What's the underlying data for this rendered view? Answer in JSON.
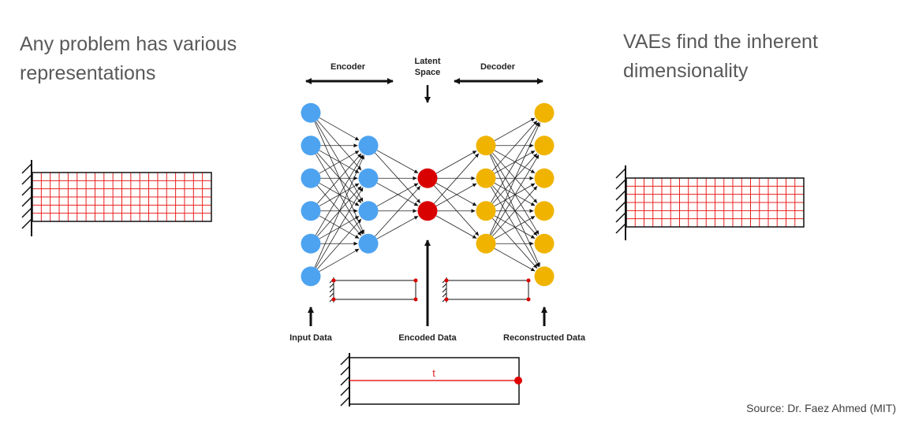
{
  "left_heading": "Any problem has various\nrepresentations",
  "right_heading": "VAEs find the inherent\ndimensionality",
  "source": "Source: Dr. Faez Ahmed (MIT)",
  "diagram": {
    "encoder_label": "Encoder",
    "latent_label_line1": "Latent",
    "latent_label_line2": "Space",
    "decoder_label": "Decoder",
    "input_label": "Input Data",
    "encoded_label": "Encoded Data",
    "reconstructed_label": "Reconstructed Data",
    "thickness_label": "t"
  },
  "colors": {
    "input_nodes": "#4da3f0",
    "latent_nodes": "#d90000",
    "output_nodes": "#f0b400",
    "mesh": "#e82020",
    "heading": "#595959"
  },
  "network": {
    "layer_sizes": [
      6,
      4,
      2,
      4,
      6
    ]
  }
}
